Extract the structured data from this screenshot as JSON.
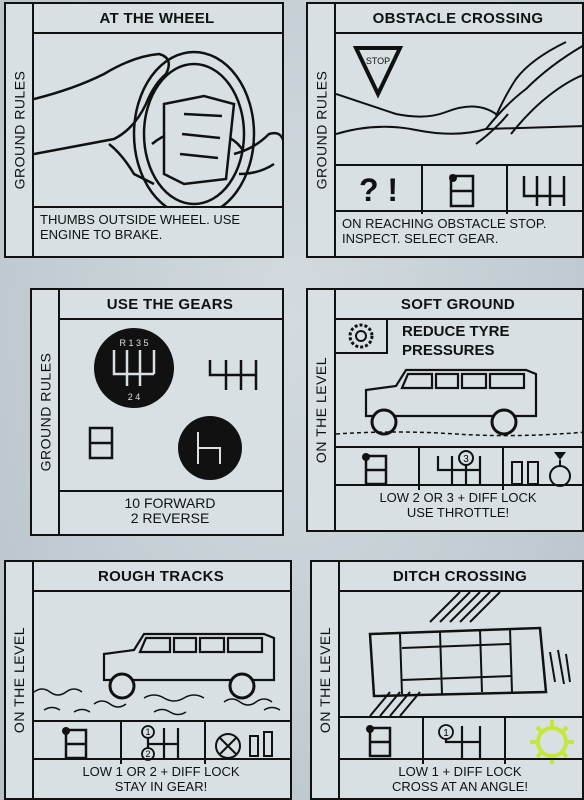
{
  "cards": [
    {
      "side": "GROUND RULES",
      "title": "AT THE WHEEL",
      "caption": [
        "THUMBS OUTSIDE WHEEL. USE",
        "ENGINE TO BRAKE."
      ]
    },
    {
      "side": "GROUND RULES",
      "title": "OBSTACLE CROSSING",
      "sign": "STOP",
      "symbols": "? !",
      "caption": [
        "ON REACHING OBSTACLE STOP.",
        "INSPECT. SELECT GEAR."
      ]
    },
    {
      "side": "GROUND RULES",
      "title": "USE THE GEARS",
      "gear_top": "R 1 3 5",
      "gear_bottom": "2 4",
      "caption": [
        "10 FORWARD",
        "2 REVERSE"
      ]
    },
    {
      "side": "ON THE LEVEL",
      "title": "SOFT GROUND",
      "note": [
        "REDUCE TYRE",
        "PRESSURES"
      ],
      "gear_number": "3",
      "caption": [
        "LOW 2 OR 3 + DIFF LOCK",
        "USE THROTTLE!"
      ]
    },
    {
      "side": "ON THE LEVEL",
      "title": "ROUGH TRACKS",
      "gear_numbers": [
        "1",
        "2"
      ],
      "caption": [
        "LOW 1 OR 2 + DIFF LOCK",
        "STAY IN GEAR!"
      ]
    },
    {
      "side": "ON THE LEVEL",
      "title": "DITCH CROSSING",
      "gear_number": "1",
      "caption": [
        "LOW 1 + DIFF LOCK",
        "CROSS AT AN ANGLE!"
      ]
    }
  ],
  "colors": {
    "watermark": "#c6e63a"
  }
}
